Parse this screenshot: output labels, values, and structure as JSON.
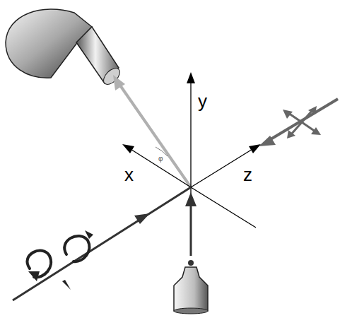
{
  "diagram": {
    "labels": [
      "y",
      "x",
      "z",
      "φ"
    ]
  }
}
